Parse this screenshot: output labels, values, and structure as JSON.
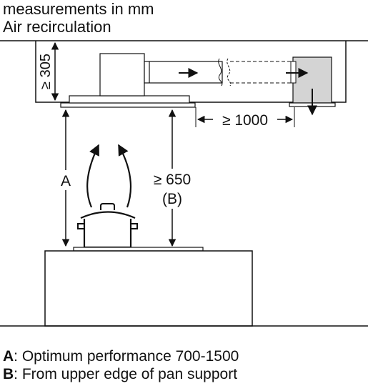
{
  "header": {
    "units": "measurements in mm",
    "mode": "Air recirculation"
  },
  "dimensions": {
    "ceiling_height": "≥ 305",
    "duct_length": "≥ 1000",
    "min_height_line1": "≥ 650",
    "min_height_line2": "(B)",
    "label_a": "A"
  },
  "legend": {
    "a_key": "A",
    "a_text": ": Optimum performance 700-1500",
    "b_key": "B",
    "b_text": ": From upper edge of pan support"
  },
  "colors": {
    "line": "#111111",
    "module_fill": "#d4d4d4",
    "background": "#ffffff"
  }
}
